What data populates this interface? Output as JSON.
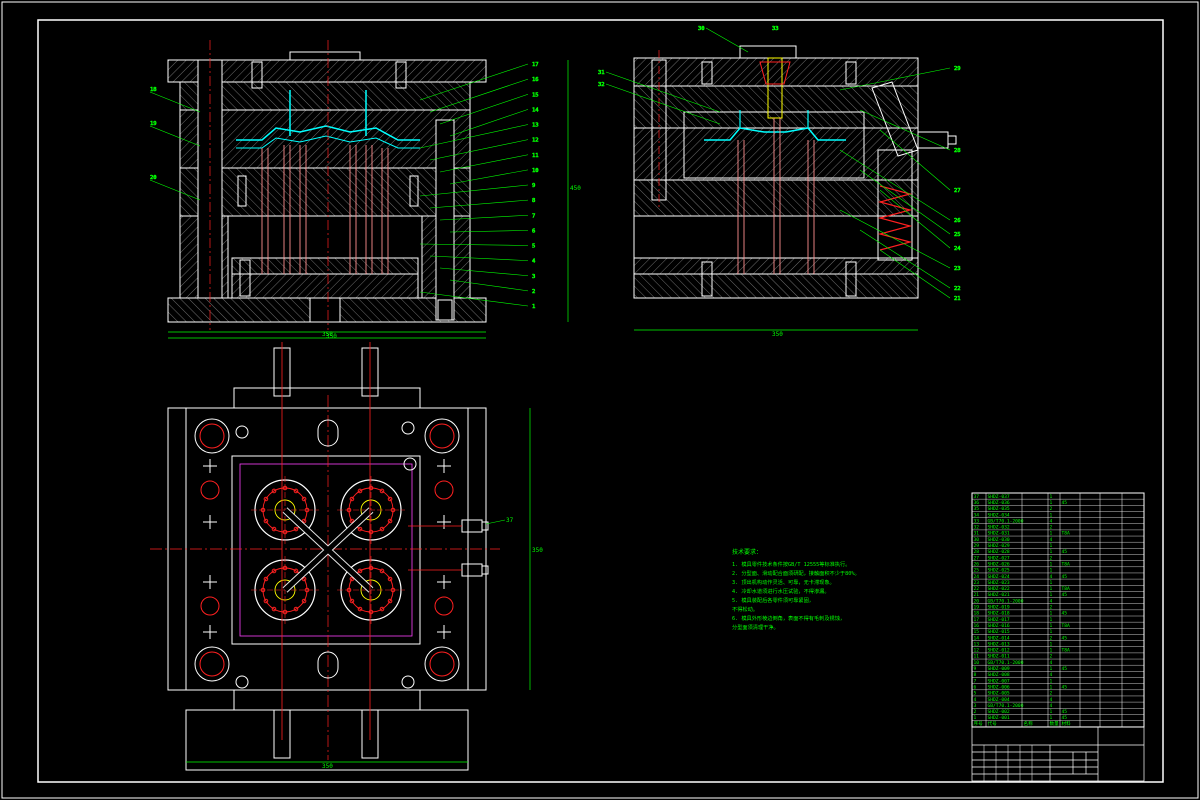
{
  "colors": {
    "background": "#000000",
    "outline": "#ffffff",
    "dimension": "#00ff00",
    "hatch": "#8a8a8a",
    "red": "#ff2020",
    "cyan": "#00ffff",
    "yellow": "#ffff00",
    "magenta": "#ff40ff"
  },
  "dims": {
    "front_height": "450",
    "front_width": "350",
    "side_width": "350",
    "plan_top": "350",
    "plan_height": "350",
    "plan_bottom": "350"
  },
  "balloons": {
    "front_right": [
      "17",
      "16",
      "15",
      "14",
      "13",
      "12",
      "11",
      "10",
      "9",
      "8",
      "7",
      "6",
      "5",
      "4",
      "3",
      "2",
      "1"
    ],
    "front_left": [
      "18",
      "19",
      "20"
    ],
    "side_right": [
      "29",
      "28",
      "27",
      "26",
      "25",
      "24",
      "23",
      "22",
      "21"
    ],
    "side_left": [
      "31",
      "32"
    ],
    "side_top": [
      "30",
      "33"
    ],
    "plan": [
      "37"
    ]
  },
  "tech_requirements": {
    "title": "技术要求：",
    "lines": [
      "1. 模具零件技术条件按GB/T 12555等标准执行。",
      "2. 分型面、滑动配合面须研配，接触面积不少于80%。",
      "3. 顶出机构动作灵活、可靠，无卡滞现象。",
      "4. 冷却水道须进行水压试验，不得渗漏。",
      "5. 模具装配后各零件须可靠紧固，",
      "   不得松动。",
      "6. 模具外形棱边倒角，表面不得有毛刺及锈蚀，",
      "   分型面须清理干净。"
    ]
  },
  "bom": {
    "rows": [
      [
        "37",
        "SHDZ-037",
        "",
        "1",
        "",
        "",
        ""
      ],
      [
        "36",
        "SHDZ-036",
        "",
        "1",
        "45",
        "",
        ""
      ],
      [
        "35",
        "SHDZ-035",
        "",
        "2",
        "",
        "",
        ""
      ],
      [
        "34",
        "SHDZ-034",
        "",
        "1",
        "",
        "",
        ""
      ],
      [
        "33",
        "GB/T70.1-2000",
        "",
        "4",
        "",
        "",
        ""
      ],
      [
        "32",
        "SHDZ-032",
        "",
        "2",
        "",
        "",
        ""
      ],
      [
        "31",
        "SHDZ-031",
        "",
        "1",
        "T8A",
        "",
        ""
      ],
      [
        "30",
        "SHDZ-030",
        "",
        "4",
        "",
        "",
        ""
      ],
      [
        "29",
        "SHDZ-029",
        "",
        "1",
        "",
        "",
        ""
      ],
      [
        "28",
        "SHDZ-028",
        "",
        "1",
        "45",
        "",
        ""
      ],
      [
        "27",
        "SHDZ-027",
        "",
        "2",
        "",
        "",
        ""
      ],
      [
        "26",
        "SHDZ-026",
        "",
        "1",
        "T8A",
        "",
        ""
      ],
      [
        "25",
        "SHDZ-025",
        "",
        "1",
        "",
        "",
        ""
      ],
      [
        "24",
        "SHDZ-024",
        "",
        "4",
        "45",
        "",
        ""
      ],
      [
        "23",
        "SHDZ-023",
        "",
        "1",
        "",
        "",
        ""
      ],
      [
        "22",
        "SHDZ-022",
        "",
        "1",
        "T8A",
        "",
        ""
      ],
      [
        "21",
        "SHDZ-021",
        "",
        "1",
        "45",
        "",
        ""
      ],
      [
        "20",
        "GB/T70.1-2000",
        "",
        "4",
        "",
        "",
        ""
      ],
      [
        "19",
        "SHDZ-019",
        "",
        "2",
        "",
        "",
        ""
      ],
      [
        "18",
        "SHDZ-018",
        "",
        "1",
        "45",
        "",
        ""
      ],
      [
        "17",
        "SHDZ-017",
        "",
        "1",
        "",
        "",
        ""
      ],
      [
        "16",
        "SHDZ-016",
        "",
        "1",
        "T8A",
        "",
        ""
      ],
      [
        "15",
        "SHDZ-015",
        "",
        "1",
        "",
        "",
        ""
      ],
      [
        "14",
        "SHDZ-014",
        "",
        "2",
        "45",
        "",
        ""
      ],
      [
        "13",
        "SHDZ-013",
        "",
        "1",
        "",
        "",
        ""
      ],
      [
        "12",
        "SHDZ-012",
        "",
        "1",
        "T8A",
        "",
        ""
      ],
      [
        "11",
        "SHDZ-011",
        "",
        "2",
        "",
        "",
        ""
      ],
      [
        "10",
        "GB/T70.1-2000",
        "",
        "4",
        "",
        "",
        ""
      ],
      [
        "9",
        "SHDZ-009",
        "",
        "1",
        "45",
        "",
        ""
      ],
      [
        "8",
        "SHDZ-008",
        "",
        "4",
        "",
        "",
        ""
      ],
      [
        "7",
        "SHDZ-007",
        "",
        "1",
        "",
        "",
        ""
      ],
      [
        "6",
        "SHDZ-006",
        "",
        "1",
        "45",
        "",
        ""
      ],
      [
        "5",
        "SHDZ-005",
        "",
        "2",
        "",
        "",
        ""
      ],
      [
        "4",
        "SHDZ-004",
        "",
        "4",
        "",
        "",
        ""
      ],
      [
        "3",
        "GB/T70.1-2000",
        "",
        "4",
        "",
        "",
        ""
      ],
      [
        "2",
        "SHDZ-002",
        "",
        "1",
        "45",
        "",
        ""
      ],
      [
        "1",
        "SHDZ-001",
        "",
        "1",
        "45",
        "",
        ""
      ]
    ],
    "title_block_caption": "",
    "header": [
      "序号",
      "代号",
      "名称",
      "数量",
      "材料",
      "",
      ""
    ]
  }
}
